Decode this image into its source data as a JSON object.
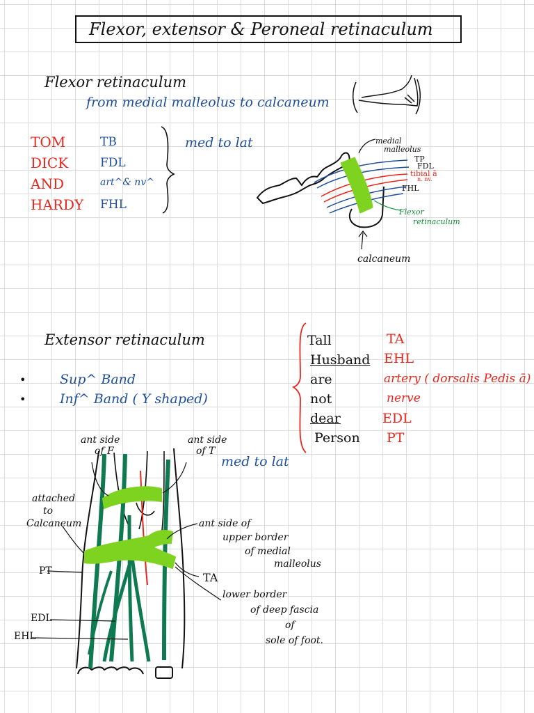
{
  "title": "Flexor, extensor & Peroneal retinaculum",
  "flexor": {
    "heading": "Flexor retinaculum",
    "description": "from medial malleolus to calcaneum",
    "mnemonic": [
      "TOM",
      "DICK",
      "AND",
      "HARDY"
    ],
    "structures": [
      "TB",
      "FDL",
      "art^& nv^",
      "FHL"
    ],
    "order_note": "med to lat",
    "diagram_labels": {
      "malleolus_line1": "medial",
      "malleolus_line2": "malleolus",
      "tp": "TP",
      "fdl": "FDL",
      "tibial_line1": "tibial ā",
      "tibial_line2": "n. nv.",
      "fhl": "FHL",
      "retinaculum_line1": "Flexor",
      "retinaculum_line2": "retinaculum",
      "calcaneum": "calcaneum"
    }
  },
  "extensor": {
    "heading": "Extensor retinaculum",
    "bands": [
      "Sup^ Band",
      "Inf^ Band ( Y shaped)"
    ],
    "mnemonic_words": [
      "Tall",
      "Husband",
      "are",
      "not",
      "dear",
      "Person"
    ],
    "mnemonic_meanings": [
      "TA",
      "EHL",
      "artery ( dorsalis Pedis ā)",
      "nerve",
      "EDL",
      "PT"
    ],
    "order_note": "med to lat",
    "diagram_labels": {
      "ant_side_f_line1": "ant side",
      "ant_side_f_line2": "of F",
      "ant_side_t_line1": "ant side",
      "ant_side_t_line2": "of T",
      "attached_line1": "attached",
      "attached_line2": "to",
      "attached_line3": "Calcaneum",
      "pt": "PT",
      "edl": "EDL",
      "ehl": "EHL",
      "ta": "TA",
      "upper_line1": "ant side of",
      "upper_line2": "upper border",
      "upper_line3": "of medial",
      "upper_line4": "malleolus",
      "lower_line1": "lower border",
      "lower_line2": "of deep fascia",
      "lower_line3": "of",
      "lower_line4": "sole of foot."
    }
  },
  "colors": {
    "ink": "#111111",
    "blue": "#1f4f9a",
    "red": "#e8261d",
    "green": "#1a8c3c",
    "retinaculum": "#7ed321",
    "tendon": "#0f7a52"
  }
}
